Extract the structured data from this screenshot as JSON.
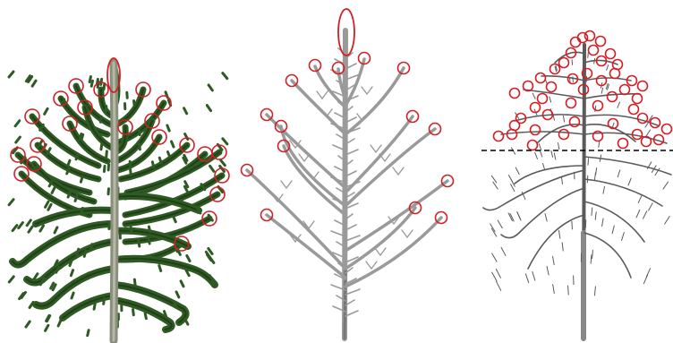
{
  "colors": {
    "background": "#ffffff",
    "foliage": "#2f5a24",
    "foliage_dark": "#1f3f17",
    "trunk_left": "#8a8f7c",
    "branch_gray": "#9a9a9a",
    "branch_dark": "#5a5a5a",
    "marker": "#d21f26",
    "divider": "#000000"
  },
  "panels": [
    {
      "name": "araucaria-tree",
      "style": "foliage"
    },
    {
      "name": "gray-skeleton-tree",
      "style": "skeleton"
    },
    {
      "name": "line-drawn-tree",
      "style": "line"
    }
  ]
}
